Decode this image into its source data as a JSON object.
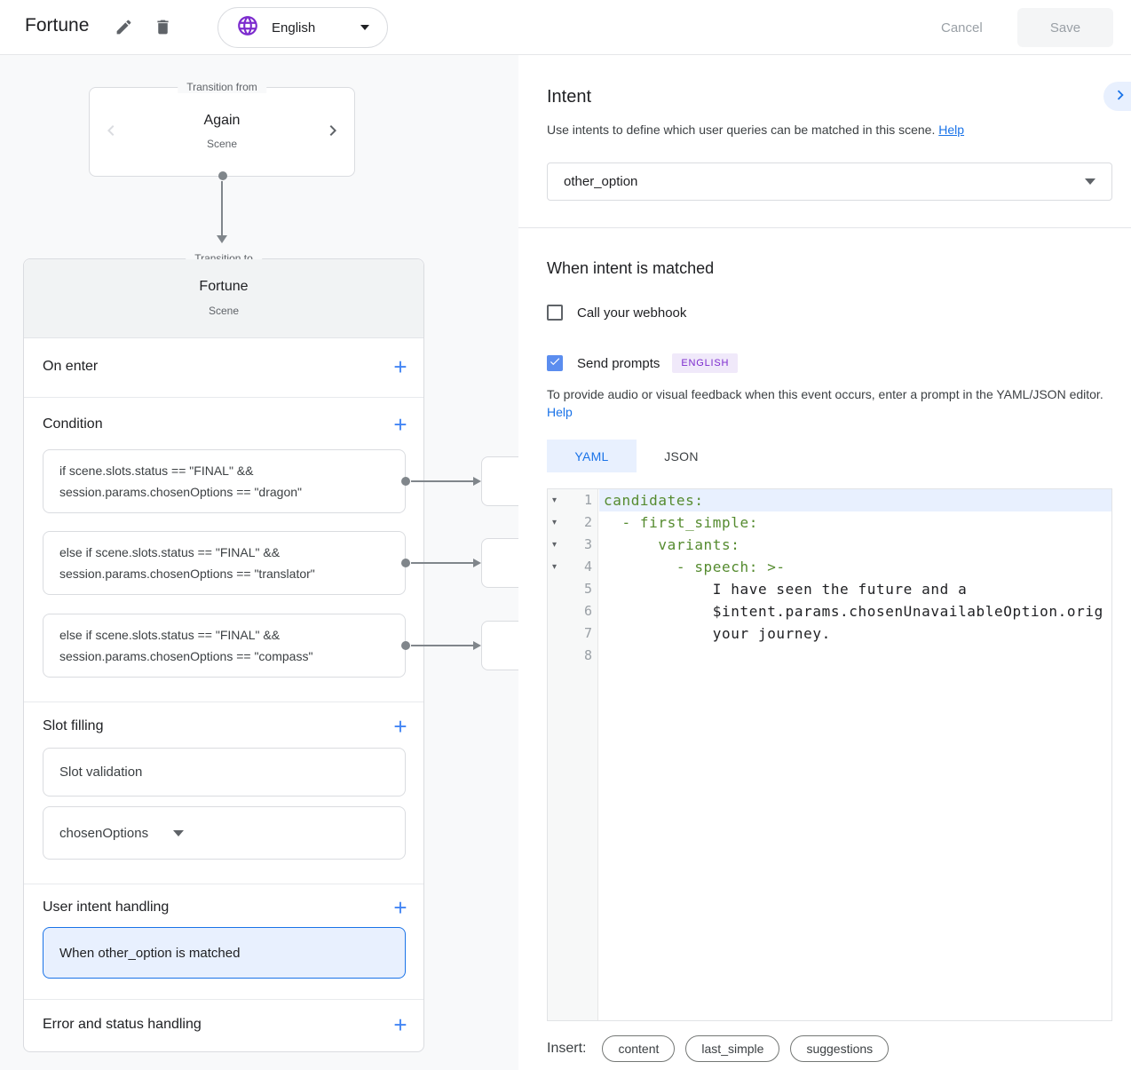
{
  "header": {
    "title": "Fortune",
    "language": "English",
    "cancel_label": "Cancel",
    "save_label": "Save"
  },
  "flow": {
    "from": {
      "legend": "Transition from",
      "name": "Again",
      "type": "Scene"
    },
    "to": {
      "legend": "Transition to",
      "name": "Fortune",
      "type": "Scene"
    },
    "sections": {
      "on_enter": "On enter",
      "condition": "Condition",
      "slot_filling": "Slot filling",
      "user_intent_handling": "User intent handling",
      "error_handling": "Error and status handling"
    },
    "conditions": [
      {
        "line1": "if scene.slots.status == \"FINAL\" &&",
        "line2": "session.params.chosenOptions == \"dragon\""
      },
      {
        "line1": "else if scene.slots.status == \"FINAL\" &&",
        "line2": "session.params.chosenOptions == \"translator\""
      },
      {
        "line1": "else if scene.slots.status == \"FINAL\" &&",
        "line2": "session.params.chosenOptions == \"compass\""
      }
    ],
    "slot_validation_label": "Slot validation",
    "slot_name": "chosenOptions",
    "intent_handler_label": "When other_option is matched"
  },
  "panel": {
    "title": "Intent",
    "description": "Use intents to define which user queries can be matched in this scene.",
    "help_label": "Help",
    "intent_value": "other_option",
    "matched_heading": "When intent is matched",
    "webhook_label": "Call your webhook",
    "prompts_label": "Send prompts",
    "language_badge": "ENGLISH",
    "prompts_description": "To provide audio or visual feedback when this event occurs, enter a prompt in the YAML/JSON editor.",
    "prompts_help_label": "Help",
    "tabs": {
      "yaml": "YAML",
      "json": "JSON"
    },
    "editor": {
      "lines": [
        {
          "num": "1",
          "fold": "▾",
          "text": "candidates:"
        },
        {
          "num": "2",
          "fold": "▾",
          "text": "  - first_simple:"
        },
        {
          "num": "3",
          "fold": "▾",
          "text": "      variants:"
        },
        {
          "num": "4",
          "fold": "▾",
          "text": "        - speech: >-"
        },
        {
          "num": "5",
          "text": "            I have seen the future and a"
        },
        {
          "num": "6",
          "text": "            $intent.params.chosenUnavailableOption.orig"
        },
        {
          "num": "7",
          "text": "            your journey."
        },
        {
          "num": "8",
          "text": ""
        }
      ]
    },
    "insert_label": "Insert:",
    "insert_chips": [
      "content",
      "last_simple",
      "suggestions"
    ]
  },
  "colors": {
    "accent_blue": "#4285f4",
    "link_blue": "#1a73e8",
    "light_blue": "#e8f0fe",
    "purple": "#7c2bce",
    "badge_bg": "#f0e9fa",
    "code_green": "#558b2f",
    "canvas_bg": "#f8f9fa"
  }
}
